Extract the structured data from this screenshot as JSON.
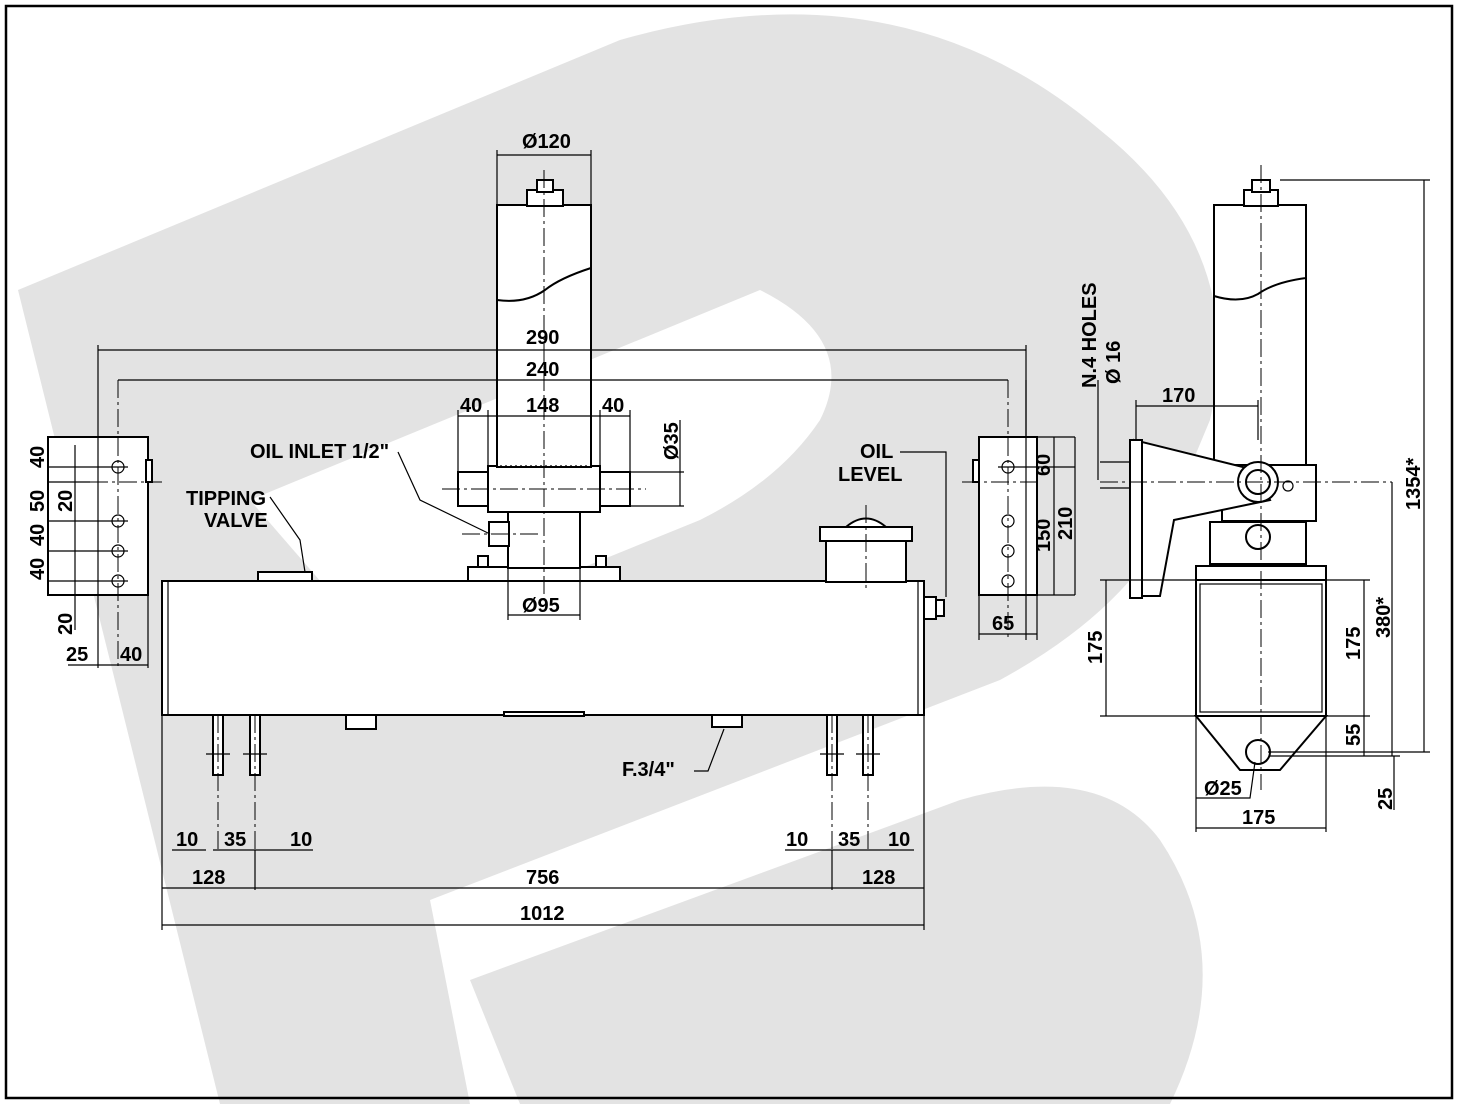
{
  "colors": {
    "line": "#000000",
    "watermark": "#e3e3e3",
    "background": "#ffffff"
  },
  "labels": {
    "oil_inlet": "OIL INLET 1/2\"",
    "tipping_valve_1": "TIPPING",
    "tipping_valve_2": "VALVE",
    "oil_level_1": "OIL",
    "oil_level_2": "LEVEL",
    "drain_plug": "F.3/4\"",
    "holes_1": "N.4 HOLES",
    "holes_2": "Ø 16"
  },
  "dims": {
    "d120": "Ø120",
    "d290": "290",
    "d240": "240",
    "d40a": "40",
    "d148": "148",
    "d40b": "40",
    "d35": "Ø35",
    "d95": "Ø95",
    "bl40a": "40",
    "bl50": "50",
    "bl20a": "20",
    "bl40b": "40",
    "bl40c": "40",
    "bl20b": "20",
    "bl25": "25",
    "bl40d": "40",
    "br60": "60",
    "br150": "150",
    "br210": "210",
    "br65": "65",
    "b10a": "10",
    "b35a": "35",
    "b10b": "10",
    "b10c": "10",
    "b35b": "35",
    "b10d": "10",
    "b128a": "128",
    "b756": "756",
    "b128b": "128",
    "b1012": "1012",
    "s170": "170",
    "s175a": "175",
    "s175b": "175",
    "s55": "55",
    "s380": "380*",
    "s1354": "1354*",
    "s25d": "Ø25",
    "s175c": "175",
    "s25": "25"
  }
}
